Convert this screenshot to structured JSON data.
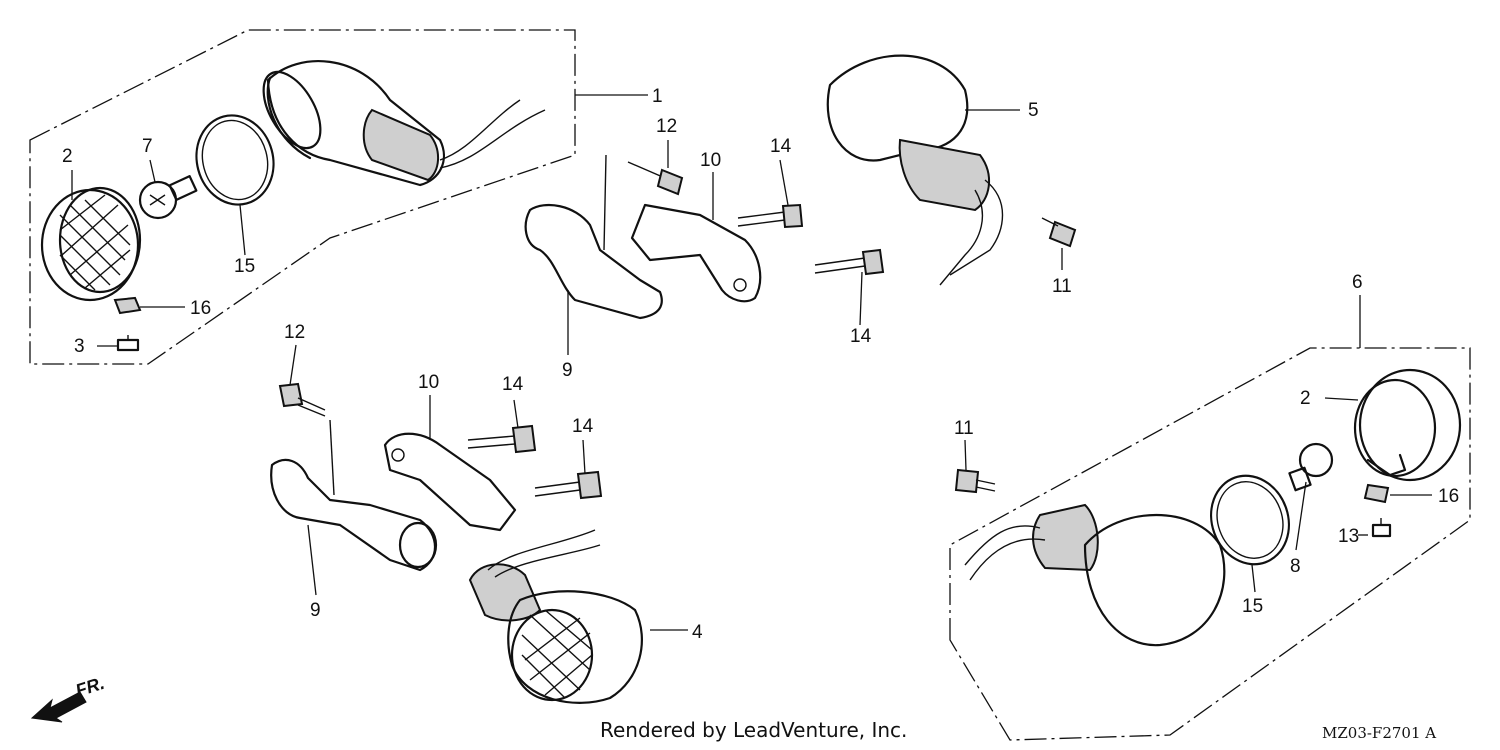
{
  "diagram": {
    "callouts": [
      "1",
      "2",
      "3",
      "4",
      "5",
      "6",
      "7",
      "8",
      "9",
      "10",
      "11",
      "12",
      "13",
      "14",
      "15",
      "16"
    ],
    "front_indicator": "FR.",
    "credit": "Rendered by LeadVenture, Inc.",
    "figure_code": "MZ03-F2701 A"
  }
}
